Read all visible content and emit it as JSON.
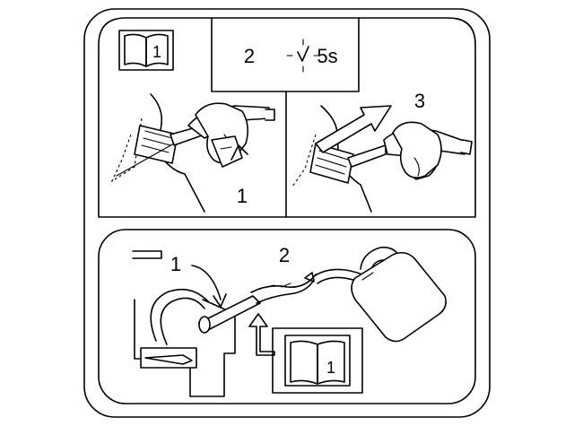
{
  "panel_top": {
    "timer_step": "2",
    "timer_duration": "5s",
    "step_1": "1",
    "step_3": "3",
    "manual_icon_number": "1"
  },
  "panel_bottom": {
    "step_1": "1",
    "step_2": "2",
    "manual_icon_number": "1"
  }
}
